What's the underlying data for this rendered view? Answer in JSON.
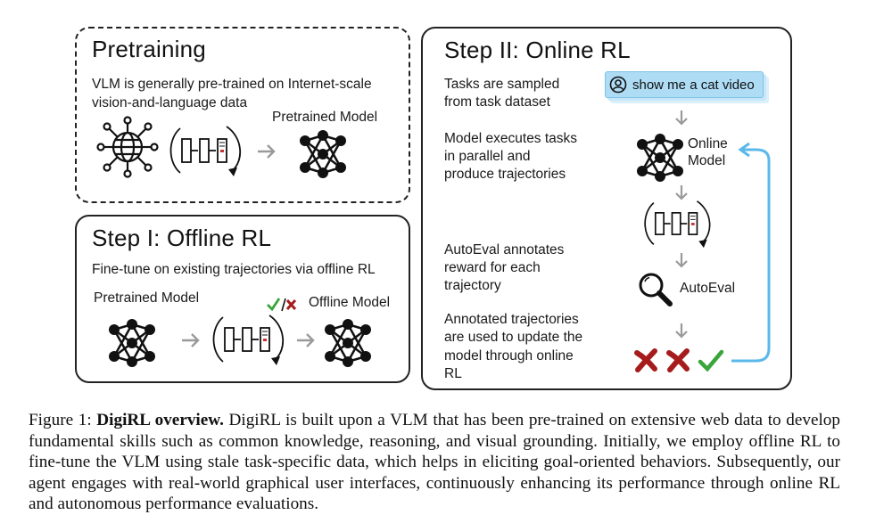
{
  "pretraining": {
    "title": "Pretraining",
    "desc_line1": "VLM is generally pre-trained on Internet-scale",
    "desc_line2": "vision-and-language data",
    "model_label": "Pretrained Model"
  },
  "offline": {
    "title": "Step I: Offline RL",
    "desc": "Fine-tune on existing trajectories via offline RL",
    "input_label": "Pretrained Model",
    "output_label": "Offline Model"
  },
  "online": {
    "title": "Step II: Online RL",
    "task_line1": "Tasks are sampled",
    "task_line2": "from task dataset",
    "task_chip": "show me a cat video",
    "exec_line1": "Model executes tasks",
    "exec_line2": "in parallel and",
    "exec_line3": "produce trajectories",
    "model_label_line1": "Online",
    "model_label_line2": "Model",
    "eval_line1": "AutoEval annotates",
    "eval_line2": "reward for each",
    "eval_line3": "trajectory",
    "autoeval_label": "AutoEval",
    "update_line1": "Annotated trajectories",
    "update_line2": "are used to update the",
    "update_line3": "model through online",
    "update_line4": "RL"
  },
  "caption": {
    "prefix": "Figure 1: ",
    "bold": "DigiRL overview.",
    "body": " DigiRL is built upon a VLM that has been pre-trained on extensive web data to develop fundamental skills such as common knowledge, reasoning, and visual grounding. Initially, we employ offline RL to fine-tune the VLM using stale task-specific data, which helps in eliciting goal-oriented behaviors. Subsequently, our agent engages with real-world graphical user interfaces, continuously enhancing its performance through online RL and autonomous performance evaluations."
  },
  "colors": {
    "check": "#3aa53a",
    "cross": "#a61b1b",
    "loop_arrow": "#5ab8ea",
    "chip_bg": "#aedcf5",
    "gray_arrow": "#9a9a9a"
  },
  "icons": [
    "globe-icon",
    "trajectory-icon",
    "neural-network-icon",
    "magnifier-icon",
    "user-icon",
    "check-icon",
    "cross-icon"
  ]
}
